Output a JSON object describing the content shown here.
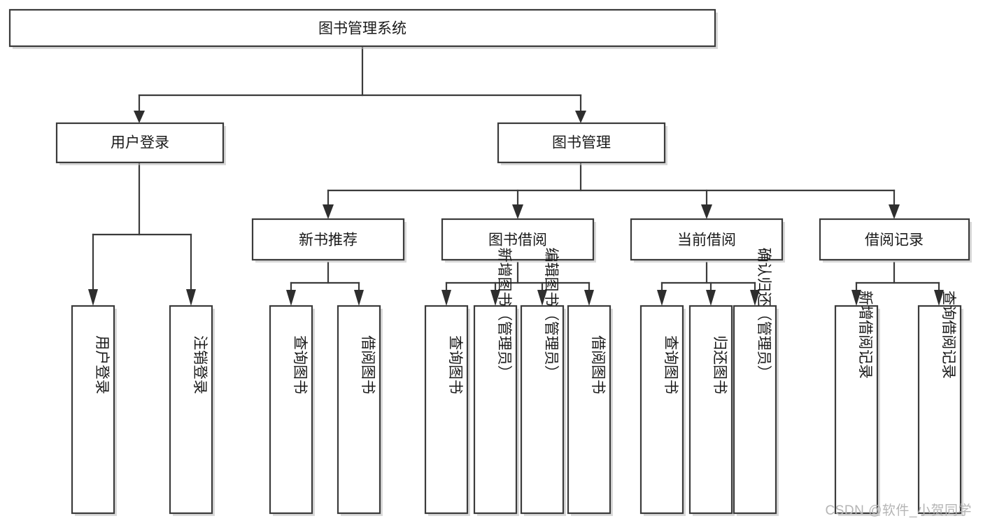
{
  "diagram": {
    "title": "图书管理系统",
    "watermark": "CSDN @软件_小贺同学",
    "colors": {
      "box_stroke": "#3b3b3b",
      "box_fill": "#ffffff",
      "connector": "#3b3b3b",
      "arrow": "#2e2e2e",
      "text": "#1a1a1a",
      "watermark": "#b5b5b5",
      "background": "#ffffff"
    },
    "root": {
      "label": "图书管理系统"
    },
    "level2": [
      {
        "label": "用户登录"
      },
      {
        "label": "图书管理"
      }
    ],
    "level3": [
      {
        "label": "新书推荐"
      },
      {
        "label": "图书借阅"
      },
      {
        "label": "当前借阅"
      },
      {
        "label": "借阅记录"
      }
    ],
    "leaves": {
      "user_login": [
        {
          "label": "用户登录"
        },
        {
          "label": "注销登录"
        }
      ],
      "new_book_recommend": [
        {
          "label": "查询图书"
        },
        {
          "label": "借阅图书"
        }
      ],
      "book_borrow": [
        {
          "label": "查询图书"
        },
        {
          "label": "新增图书（管理员）"
        },
        {
          "label": "编辑图书（管理员）"
        },
        {
          "label": "借阅图书"
        }
      ],
      "current_borrow": [
        {
          "label": "查询图书"
        },
        {
          "label": "归还图书"
        },
        {
          "label": "确认归还（管理员）"
        }
      ],
      "borrow_record": [
        {
          "label": "新增借阅记录"
        },
        {
          "label": "查询借阅记录"
        }
      ]
    }
  }
}
